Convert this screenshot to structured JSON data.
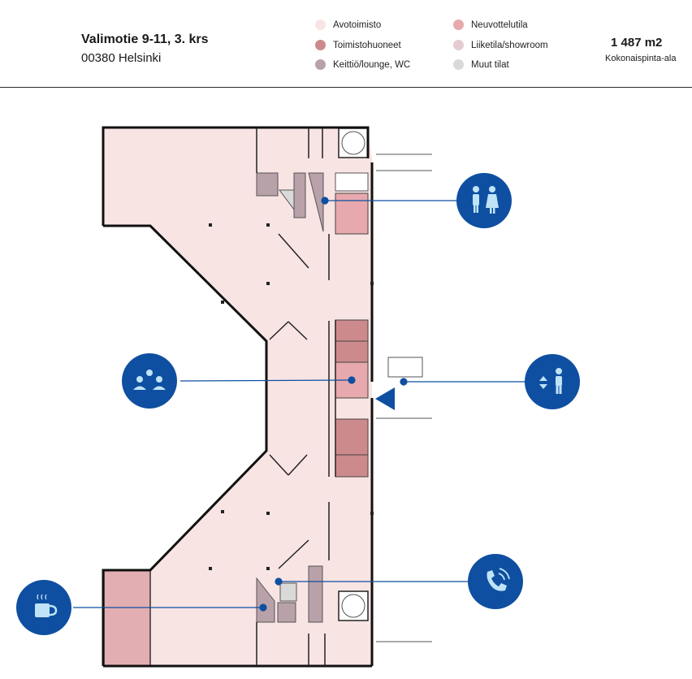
{
  "header": {
    "address_line1": "Valimotie 9-11, 3. krs",
    "address_line2": "00380 Helsinki",
    "area_value": "1 487 m2",
    "area_label": "Kokonaispinta-ala"
  },
  "legend": [
    {
      "label": "Avotoimisto",
      "color": "#f9e4e4"
    },
    {
      "label": "Neuvottelutila",
      "color": "#e7a9ad"
    },
    {
      "label": "Toimistohuoneet",
      "color": "#cd8a8c"
    },
    {
      "label": "Liiketila/showroom",
      "color": "#e3cdd2"
    },
    {
      "label": "Keittiö/lounge, WC",
      "color": "#b9a1aa"
    },
    {
      "label": "Muut tilat",
      "color": "#d9d9d9"
    }
  ],
  "callouts": [
    {
      "icon": "restroom-icon"
    },
    {
      "icon": "meeting-room-icon"
    },
    {
      "icon": "elevator-icon"
    },
    {
      "icon": "phone-booth-icon"
    },
    {
      "icon": "coffee-icon"
    }
  ],
  "colors": {
    "floor": "#f9e4e4",
    "wall": "#111111",
    "accent": "#0e4fa1",
    "icon_light": "#bfe3f7"
  }
}
